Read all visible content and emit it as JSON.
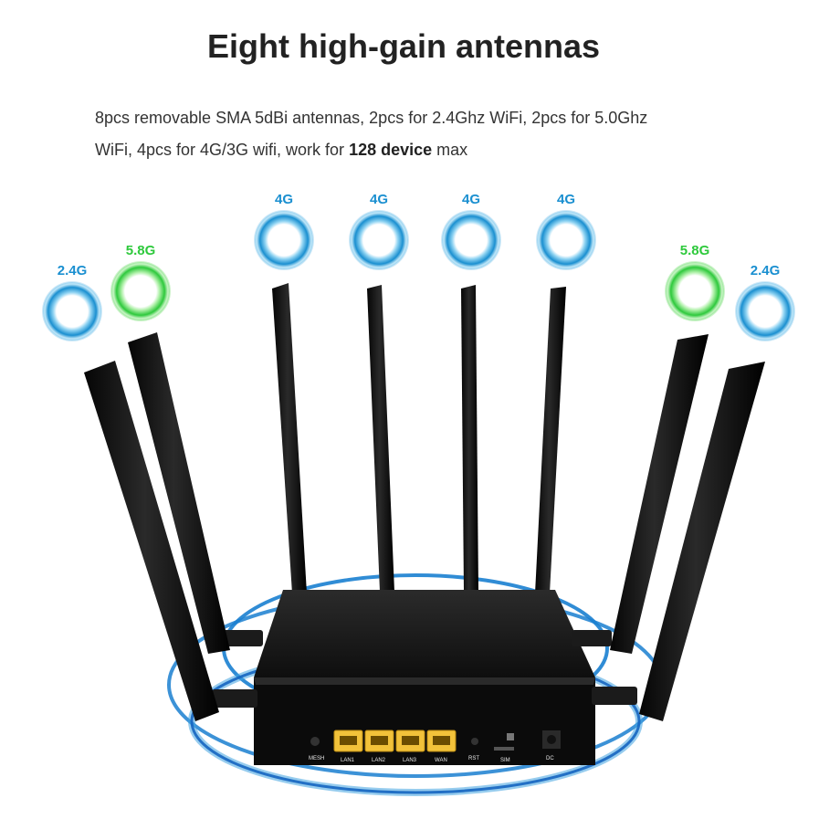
{
  "heading": "Eight high-gain antennas",
  "description": {
    "line1": "8pcs removable SMA 5dBi antennas, 2pcs for 2.4Ghz WiFi, 2pcs for 5.0Ghz",
    "line2_prefix": "WiFi, 4pcs for 4G/3G wifi, work for ",
    "line2_bold": "128 device",
    "line2_suffix": " max"
  },
  "antenna_badges": [
    {
      "label": "2.4G",
      "band": "2.4G"
    },
    {
      "label": "5.8G",
      "band": "5.8G"
    },
    {
      "label": "4G",
      "band": "4G"
    },
    {
      "label": "4G",
      "band": "4G"
    },
    {
      "label": "4G",
      "band": "4G"
    },
    {
      "label": "4G",
      "band": "4G"
    },
    {
      "label": "5.8G",
      "band": "5.8G"
    },
    {
      "label": "2.4G",
      "band": "2.4G"
    }
  ],
  "router_ports": {
    "mesh": "MESH",
    "lan1": "LAN1",
    "lan2": "LAN2",
    "lan3": "LAN3",
    "wan": "WAN",
    "rst": "RST",
    "sim": "SIM",
    "dc": "DC"
  },
  "colors": {
    "band_4g_2g": "#1a8fd0",
    "band_5g": "#2ec93c",
    "router_body": "#111111",
    "ethernet_ports": "#f2c23a"
  }
}
